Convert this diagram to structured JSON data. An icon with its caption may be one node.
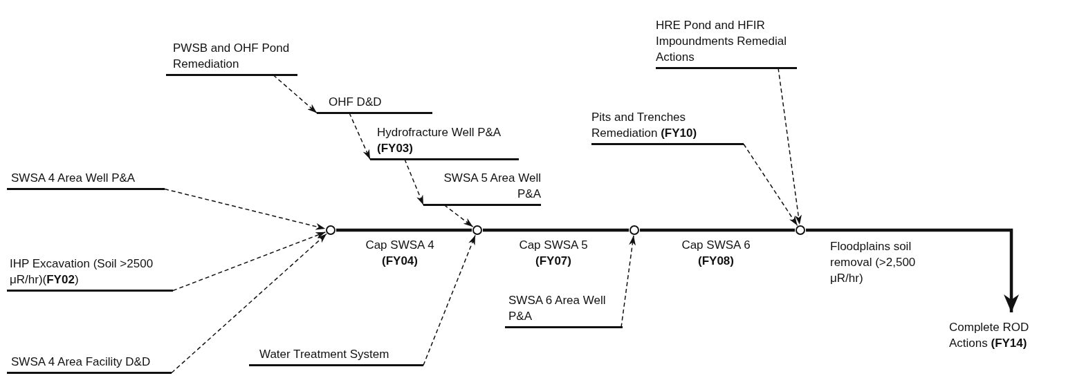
{
  "diagram": {
    "nodes": [
      {
        "text": [
          "SWSA 4 Area Well P&A"
        ]
      },
      {
        "text": [
          "IHP Excavation (Soil >2500 μR/hr)(**FY02**)"
        ]
      },
      {
        "text": [
          "SWSA 4 Area Facility D&D"
        ]
      },
      {
        "text": [
          "PWSB and OHF Pond Remediation"
        ]
      },
      {
        "text": [
          "OHF D&D"
        ]
      },
      {
        "text": [
          "Hydrofracture Well P&A **(FY03)**"
        ]
      },
      {
        "text": [
          "SWSA 5 Area Well P&A"
        ]
      },
      {
        "text": [
          "Water Treatment System"
        ]
      },
      {
        "text": [
          "SWSA 6 Area Well P&A"
        ]
      },
      {
        "text": [
          "Pits and Trenches Remediation **(FY10)**"
        ]
      },
      {
        "text": [
          "HRE Pond and HFIR Impoundments Remedial Actions"
        ]
      },
      {
        "text": [],
        "shape": "circle"
      },
      {
        "text": [],
        "shape": "circle"
      },
      {
        "text": [],
        "shape": "circle"
      },
      {
        "text": [],
        "shape": "circle"
      },
      {
        "text": [
          "Complete ROD Actions **(FY14)**"
        ]
      }
    ],
    "edges": [
      {
        "from": 0,
        "to": 11,
        "arrow": "to",
        "style": "dashed"
      },
      {
        "from": 1,
        "to": 11,
        "arrow": "to",
        "style": "dashed"
      },
      {
        "from": 2,
        "to": 11,
        "arrow": "to",
        "style": "dashed"
      },
      {
        "from": 3,
        "to": 4,
        "arrow": "to",
        "style": "dashed"
      },
      {
        "from": 4,
        "to": 5,
        "arrow": "to",
        "style": "dashed"
      },
      {
        "from": 5,
        "to": 6,
        "arrow": "to",
        "style": "dashed"
      },
      {
        "from": 6,
        "to": 12,
        "arrow": "to",
        "style": "dashed"
      },
      {
        "from": 7,
        "to": 12,
        "arrow": "to",
        "style": "dashed"
      },
      {
        "from": 8,
        "to": 13,
        "arrow": "to",
        "style": "dashed"
      },
      {
        "from": 9,
        "to": 14,
        "arrow": "to",
        "style": "dashed"
      },
      {
        "from": 10,
        "to": 14,
        "arrow": "to",
        "style": "dashed"
      },
      {
        "from": 11,
        "to": 12,
        "arrow": "none",
        "style": "thick",
        "label": "Cap SWSA 4 **(FY04)**"
      },
      {
        "from": 12,
        "to": 13,
        "arrow": "none",
        "style": "thick",
        "label": "Cap SWSA 5 **(FY07)**"
      },
      {
        "from": 13,
        "to": 14,
        "arrow": "none",
        "style": "thick",
        "label": "Cap SWSA 6 **(FY08)**"
      },
      {
        "from": 14,
        "to": 15,
        "arrow": "to",
        "style": "thick",
        "label": "Floodplains soil removal (>2,500 μR/hr)"
      }
    ]
  }
}
